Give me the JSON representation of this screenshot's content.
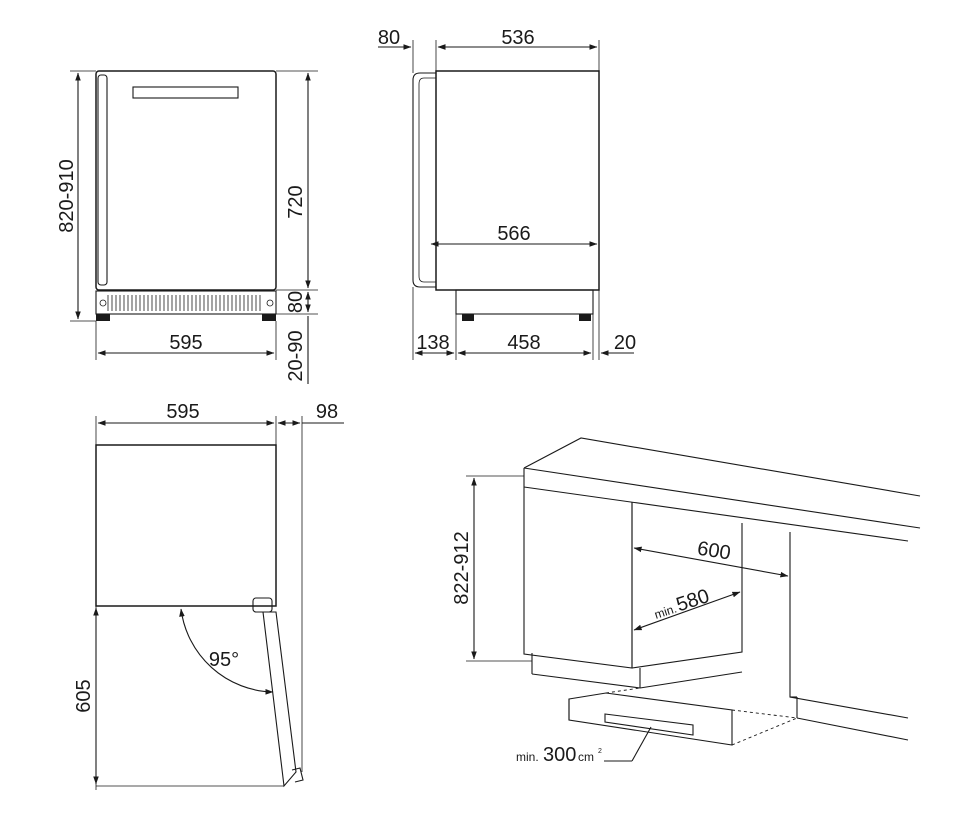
{
  "front_view": {
    "height_total": "820-910",
    "door_height": "720",
    "plinth_height": "80",
    "feet_adjust": "20-90",
    "width": "595"
  },
  "side_view": {
    "door_depth": "80",
    "cabinet_depth": "536",
    "inner_depth": "566",
    "front_offset": "138",
    "plinth_depth": "458",
    "rear_gap": "20"
  },
  "top_view": {
    "width": "595",
    "door_projection": "98",
    "open_depth": "605",
    "door_angle": "95°"
  },
  "installation": {
    "niche_height": "822-912",
    "niche_width": "600",
    "min_depth_prefix": "min.",
    "min_depth_value": "580",
    "vent_prefix": "min.",
    "vent_value": "300",
    "vent_unit": "cm",
    "vent_unit_exp": "2"
  }
}
